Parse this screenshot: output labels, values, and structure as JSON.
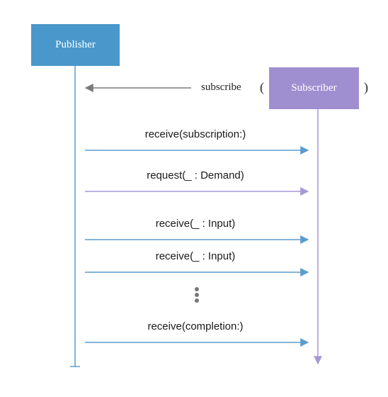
{
  "colors": {
    "publisher": "#4a98cb",
    "subscriber": "#a08fd0",
    "publisher_line": "#5a9ccc",
    "subscriber_line": "#a698d6",
    "gray_arrow": "#7a7a7a",
    "dots": "#777777"
  },
  "publisher": {
    "label": "Publisher"
  },
  "subscriber": {
    "label": "Subscriber"
  },
  "subscribe": {
    "label": "subscribe",
    "paren_open": "(",
    "paren_close": ")"
  },
  "messages": [
    {
      "label": "receive(subscription:)",
      "color": "publisher"
    },
    {
      "label": "request(_ : Demand)",
      "color": "subscriber"
    },
    {
      "label": "receive(_ : Input)",
      "color": "publisher"
    },
    {
      "label": "receive(_ : Input)",
      "color": "publisher"
    },
    {
      "label": "receive(completion:)",
      "color": "publisher"
    }
  ],
  "ellipsis": {
    "icon": "vertical-ellipsis-icon"
  }
}
